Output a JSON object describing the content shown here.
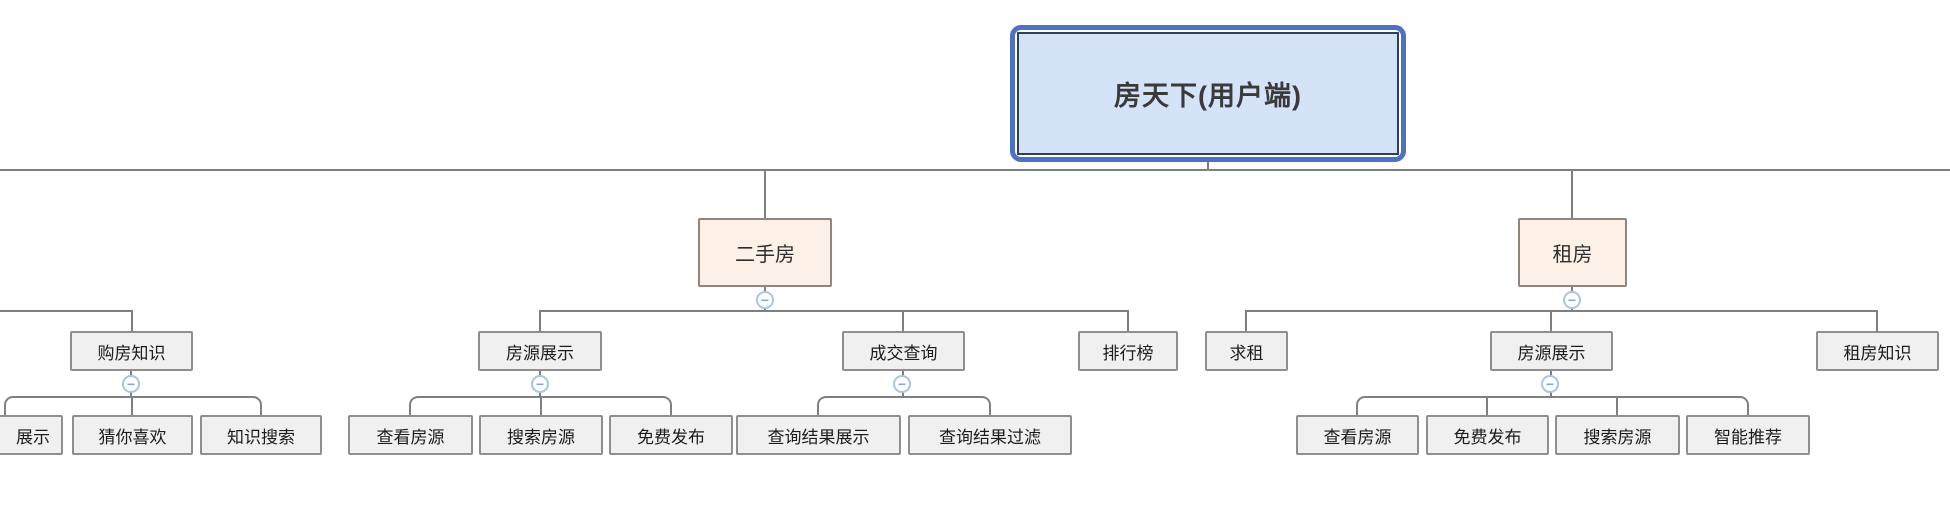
{
  "icons": {
    "collapse_glyph": "−"
  },
  "colors": {
    "root_fill": "#d4e3f8",
    "root_border_outer": "#4d72c0",
    "root_border_inner": "#333f54",
    "branch_fill": "#fdf1e7",
    "branch_border": "#8d8780",
    "node_fill": "#f0f0f0",
    "node_border": "#8f8f8f",
    "connector_line": "#7f7f7f",
    "collapse_ring": "#aac4e6",
    "collapse_minus": "#8aa5cc"
  },
  "nodes": {
    "root": "房天下(用户端)",
    "secondhand": "二手房",
    "rent": "租房",
    "purchase_knowledge": "购房知识",
    "pk_display": "展示",
    "pk_guess_you_like": "猜你喜欢",
    "pk_knowledge_search": "知识搜索",
    "sh_listing": "房源展示",
    "shl_view": "查看房源",
    "shl_search": "搜索房源",
    "shl_free_post": "免费发布",
    "sh_deal_query": "成交查询",
    "dq_result_display": "查询结果展示",
    "dq_result_filter": "查询结果过滤",
    "sh_ranking": "排行榜",
    "rent_seek": "求租",
    "rent_listing": "房源展示",
    "rl_view": "查看房源",
    "rl_free_post": "免费发布",
    "rl_search": "搜索房源",
    "rl_smart_recommend": "智能推荐",
    "rent_knowledge": "租房知识"
  },
  "hierarchy": {
    "房天下(用户端)": {
      "二手房": {
        "房源展示": [
          "查看房源",
          "搜索房源",
          "免费发布"
        ],
        "成交查询": [
          "查询结果展示",
          "查询结果过滤"
        ],
        "排行榜": []
      },
      "租房": {
        "求租": [],
        "房源展示": [
          "查看房源",
          "免费发布",
          "搜索房源",
          "智能推荐"
        ],
        "租房知识": []
      }
    },
    "offscreen_left_branch": {
      "购房知识": [
        "展示",
        "猜你喜欢",
        "知识搜索"
      ]
    }
  }
}
